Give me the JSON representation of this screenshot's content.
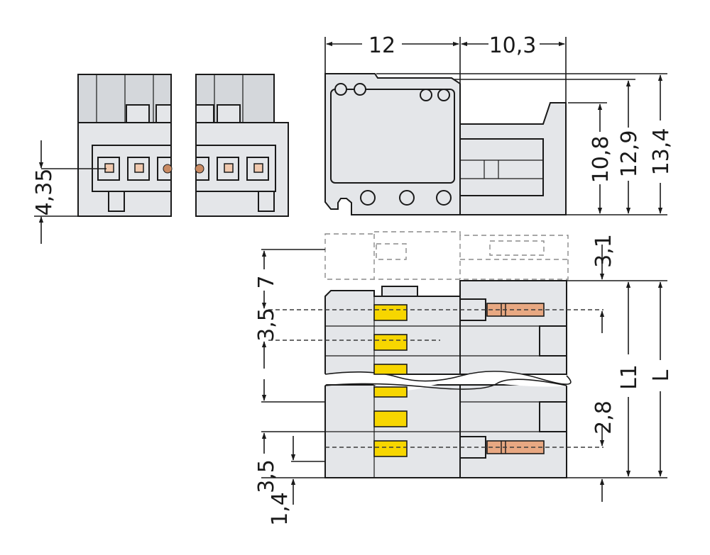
{
  "dimensions": {
    "width_left": "12",
    "width_right": "10,3",
    "height_inner": "10,8",
    "height_mid": "12,9",
    "height_total": "13,4",
    "pin_offset": "4,35",
    "ghost_offset": "3,1",
    "top_offset": "7",
    "pitch_top": "3,5",
    "pitch_bottom": "3,5",
    "pin_gap": "2,8",
    "bottom_offset": "1,4",
    "length_l1": "L1",
    "length_l": "L"
  },
  "colors": {
    "housing": "#e4e6e9",
    "pin_yellow": "#f7d600",
    "pin_copper": "#e8a882",
    "contact_dot": "#c98a62",
    "line": "#1a1a1a"
  }
}
